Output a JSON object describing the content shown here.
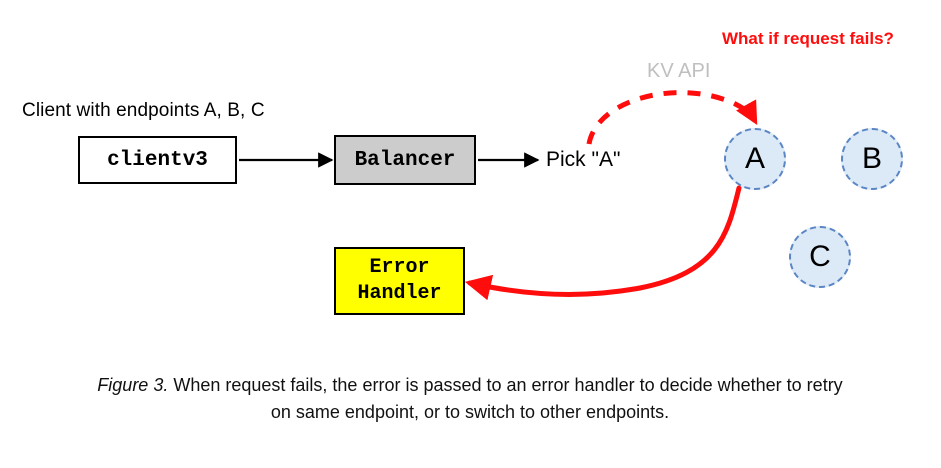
{
  "figure": {
    "caption_number": "Figure 3.",
    "caption_text": " When request fails, the error is passed to an error handler to decide whether to retry on same endpoint, or to switch to other endpoints."
  },
  "labels": {
    "client_endpoints": "Client with endpoints A, B, C",
    "pick_a": "Pick \"A\"",
    "kv_api": "KV API",
    "what_if_request_fails": "What if request fails?"
  },
  "boxes": {
    "clientv3": "clientv3",
    "balancer": "Balancer",
    "error_handler_line1": "Error",
    "error_handler_line2": "Handler"
  },
  "endpoints": [
    {
      "id": "a",
      "label": "A"
    },
    {
      "id": "b",
      "label": "B"
    },
    {
      "id": "c",
      "label": "C"
    }
  ],
  "colors": {
    "balancer_fill": "#cccccc",
    "error_handler_fill": "#ffff00",
    "endpoint_fill": "#dce9f7",
    "endpoint_stroke": "#5b86c4",
    "error_arrow": "#ff0d0d",
    "kv_api_text": "#bfbfbf",
    "alert_text": "#ff0d0d",
    "box_stroke": "#000000",
    "background": "#ffffff"
  }
}
